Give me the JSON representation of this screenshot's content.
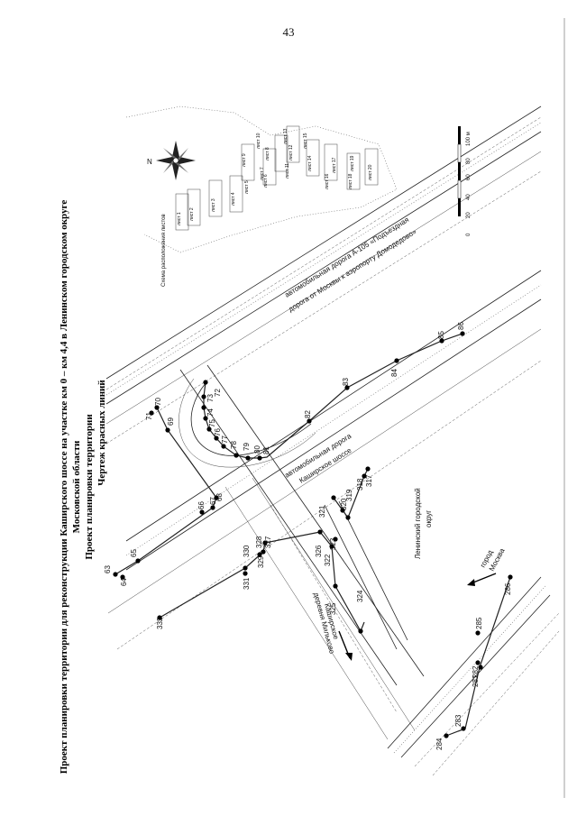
{
  "page_number": "43",
  "title": {
    "line1": "Проект планировки территории для реконструкции Каширского шоссе на участке км 0 – км 4,4 в Ленинском городском округе",
    "line2": "Московской области",
    "line3": "Проект планировки территории",
    "line4": "Чертеж красных линий"
  },
  "inset": {
    "caption": "Схема расположения листов",
    "sheets": [
      "лист 1",
      "лист 2",
      "лист 3",
      "лист 4",
      "лист 5",
      "лист 6",
      "лист 7",
      "лист 8",
      "лист 9",
      "лист 10",
      "лист 11",
      "лист 12",
      "лист 13",
      "лист 14",
      "лист 15",
      "лист 16",
      "лист 17",
      "лист 18",
      "лист 19",
      "лист 20"
    ]
  },
  "compass": {
    "north": "N"
  },
  "scale_bar": {
    "ticks": [
      "0",
      "20",
      "40",
      "60",
      "80",
      "100 м"
    ]
  },
  "road_labels": {
    "a105_line1": "автомобильная дорога А-105 «Подъездная",
    "a105_line2": "дорога от Москвы к аэропорту Домодедово»",
    "kashirskoe_line1": "автомобильная дорога",
    "kashirskoe_line2": "Каширское шоссе",
    "district_line1": "Ленинский городской",
    "district_line2": "округ",
    "to_moscow_line1": "город",
    "to_moscow_line2": "Москва",
    "to_vidnoe_line1": "деревня Мильково",
    "to_vidnoe_line2": "Каширское"
  },
  "points": {
    "p63": "63",
    "p64": "64",
    "p65": "65",
    "p66": "66",
    "p67": "67",
    "p68": "68",
    "p69": "69",
    "p70": "70",
    "p71": "71",
    "p72": "72",
    "p73": "73",
    "p74": "74",
    "p75": "75",
    "p76": "76",
    "p77": "77",
    "p78": "78",
    "p79": "79",
    "p80": "80",
    "p81": "81",
    "p82": "82",
    "p83": "83",
    "p84": "84",
    "p85": "85",
    "p86": "86",
    "p281": "281",
    "p282": "282",
    "p283": "283",
    "p284": "284",
    "p285": "285",
    "p286": "286",
    "p317": "317",
    "p318": "318",
    "p319": "319",
    "p320": "320",
    "p321": "321",
    "p322": "322",
    "p323": "323",
    "p324": "324",
    "p325": "325",
    "p326": "326",
    "p327": "327",
    "p328": "328",
    "p329": "329",
    "p330": "330",
    "p331": "331",
    "p332": "332"
  }
}
